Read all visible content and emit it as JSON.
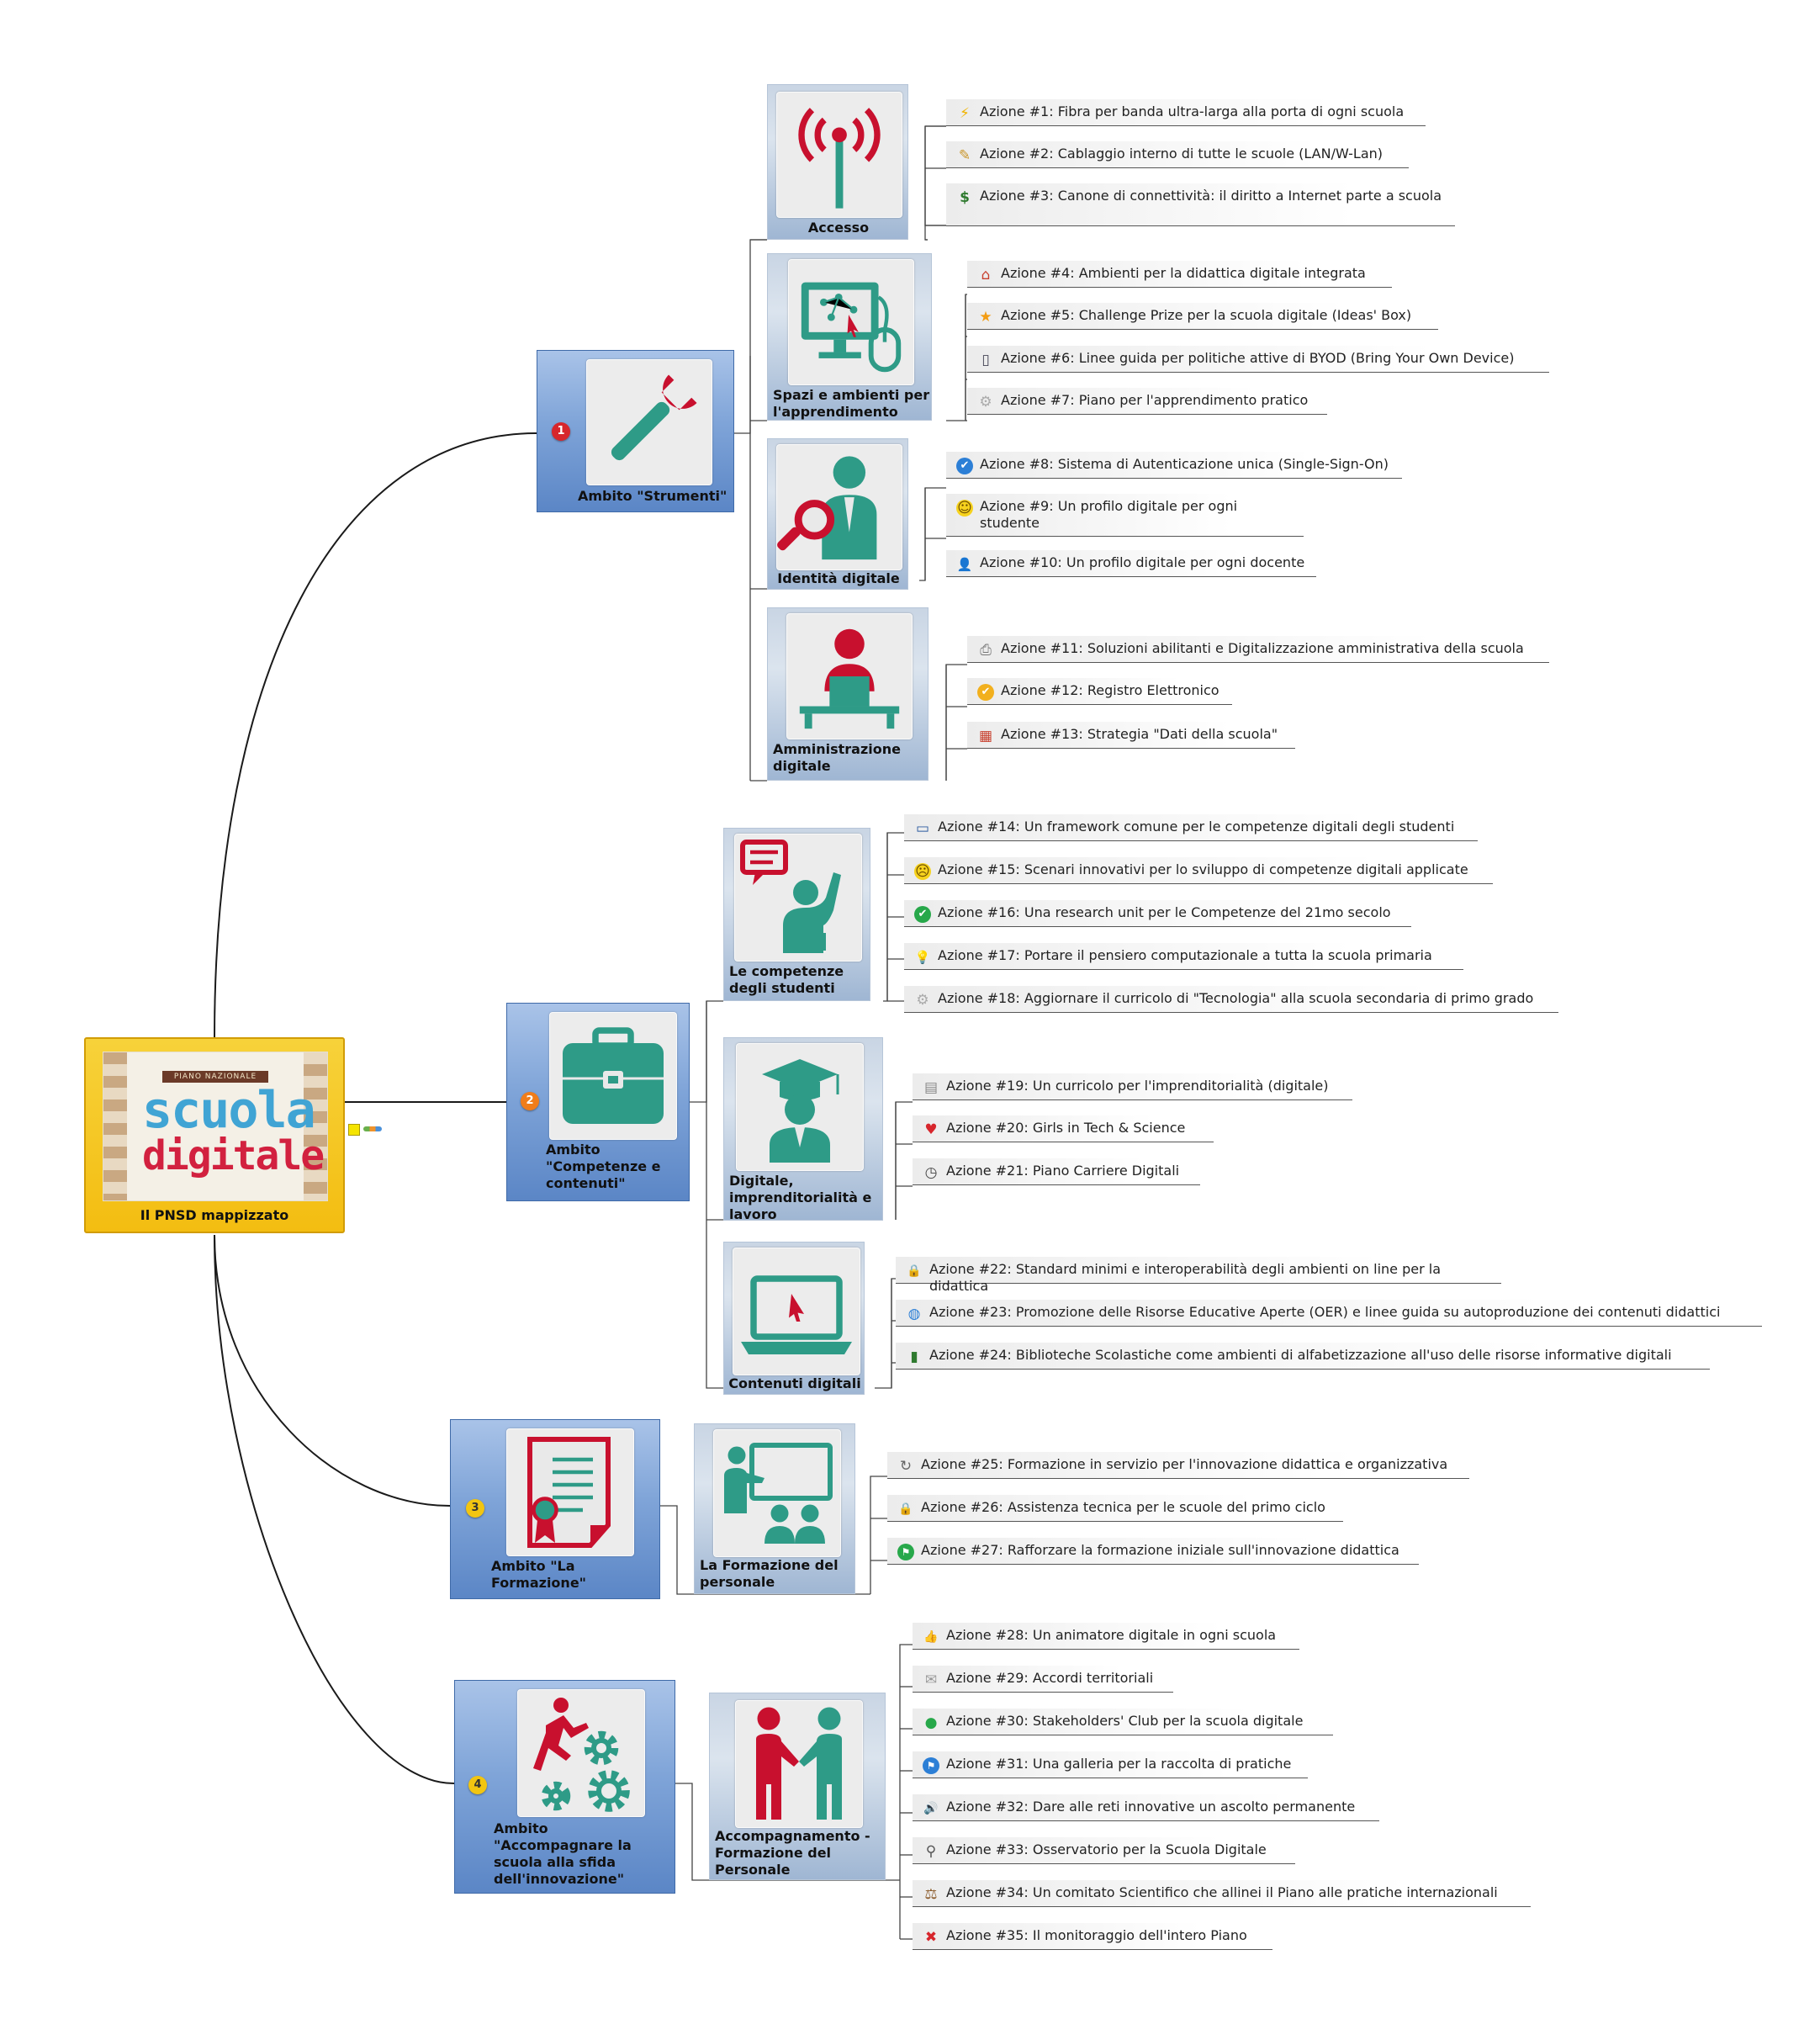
{
  "root": {
    "label": "Il PNSD mappizzato",
    "logo_top": "PIANO NAZIONALE",
    "logo_line1": "scuola",
    "logo_line2": "digitale"
  },
  "colors": {
    "accent_teal": "#2e9b87",
    "accent_red": "#c8102e",
    "root_yellow": "#f3c218",
    "ambito_blue": "#5b86c6"
  },
  "ambiti": [
    {
      "badge": "1",
      "label": "Ambito \"Strumenti\"",
      "icon": "wrench-icon"
    },
    {
      "badge": "2",
      "label": "Ambito \"Competenze e contenuti\"",
      "icon": "briefcase-icon"
    },
    {
      "badge": "3",
      "label": "Ambito \"La Formazione\"",
      "icon": "certificate-icon"
    },
    {
      "badge": "4",
      "label": "Ambito \"Accompagnare la scuola alla sfida dell'innovazione\"",
      "icon": "runner-gears-icon"
    }
  ],
  "subs": [
    {
      "label": "Accesso",
      "icon": "antenna-icon"
    },
    {
      "label": "Spazi e ambienti per l'apprendimento",
      "icon": "monitor-mouse-icon"
    },
    {
      "label": "Identità digitale",
      "icon": "person-magnifier-icon"
    },
    {
      "label": "Amministrazione digitale",
      "icon": "desk-laptop-icon"
    },
    {
      "label": "Le competenze degli studenti",
      "icon": "student-speech-icon"
    },
    {
      "label": "Digitale, imprenditorialità e lavoro",
      "icon": "graduate-icon"
    },
    {
      "label": "Contenuti digitali",
      "icon": "laptop-icon"
    },
    {
      "label": "La Formazione del personale",
      "icon": "teacher-board-icon"
    },
    {
      "label": "Accompagnamento - Formazione del Personale",
      "icon": "handshake-icon"
    }
  ],
  "actions": [
    {
      "text": "Azione #1: Fibra per banda ultra-larga alla porta di ogni scuola",
      "icon": "⚡",
      "icon_name": "lightning-icon"
    },
    {
      "text": "Azione #2: Cablaggio interno di tutte le scuole (LAN/W-Lan)",
      "icon": "✎",
      "icon_name": "pencil-icon"
    },
    {
      "text": "Azione #3: Canone di connettività: il diritto a Internet parte a scuola",
      "icon": "$",
      "icon_name": "money-bag-icon"
    },
    {
      "text": "Azione #4: Ambienti per la didattica digitale integrata",
      "icon": "⌂",
      "icon_name": "home-icon"
    },
    {
      "text": "Azione #5: Challenge Prize per la scuola digitale (Ideas' Box)",
      "icon": "★",
      "icon_name": "star-icon"
    },
    {
      "text": "Azione #6: Linee guida per politiche attive di BYOD (Bring Your Own Device)",
      "icon": "▯",
      "icon_name": "phone-icon"
    },
    {
      "text": "Azione #7: Piano per l'apprendimento pratico",
      "icon": "⚙",
      "icon_name": "gear-icon"
    },
    {
      "text": "Azione #8: Sistema di Autenticazione unica (Single-Sign-On)",
      "icon": "✔",
      "icon_name": "check-circle-icon"
    },
    {
      "text": "Azione #9: Un profilo digitale per ogni studente",
      "icon": "☺",
      "icon_name": "smiley-icon"
    },
    {
      "text": "Azione #10: Un profilo digitale per ogni docente",
      "icon": "👤",
      "icon_name": "user-icon"
    },
    {
      "text": "Azione #11: Soluzioni abilitanti e Digitalizzazione amministrativa della scuola",
      "icon": "⎙",
      "icon_name": "printer-icon"
    },
    {
      "text": "Azione #12: Registro Elettronico",
      "icon": "✔",
      "icon_name": "check-badge-icon"
    },
    {
      "text": "Azione #13: Strategia \"Dati della scuola\"",
      "icon": "▦",
      "icon_name": "calendar-icon"
    },
    {
      "text": "Azione #14: Un framework comune per le competenze digitali degli studenti",
      "icon": "▭",
      "icon_name": "monitor-icon"
    },
    {
      "text": "Azione #15: Scenari innovativi per lo sviluppo di competenze digitali applicate",
      "icon": "☹",
      "icon_name": "surprised-face-icon"
    },
    {
      "text": "Azione #16: Una research unit per le Competenze del 21mo secolo",
      "icon": "✔",
      "icon_name": "check-circle-icon"
    },
    {
      "text": "Azione #17: Portare il pensiero computazionale a tutta la scuola primaria",
      "icon": "💡",
      "icon_name": "lightbulb-icon"
    },
    {
      "text": "Azione #18: Aggiornare il curricolo di \"Tecnologia\" alla scuola secondaria di primo grado",
      "icon": "⚙",
      "icon_name": "gear-icon"
    },
    {
      "text": "Azione #19: Un curricolo per l'imprenditorialità (digitale)",
      "icon": "▤",
      "icon_name": "clipboard-icon"
    },
    {
      "text": "Azione #20: Girls in Tech & Science",
      "icon": "♥",
      "icon_name": "heart-icon"
    },
    {
      "text": "Azione #21: Piano Carriere Digitali",
      "icon": "◷",
      "icon_name": "clock-icon"
    },
    {
      "text": "Azione #22: Standard minimi e interoperabilità degli ambienti on line per la didattica",
      "icon": "🔒",
      "icon_name": "lock-icon"
    },
    {
      "text": "Azione #23: Promozione delle Risorse Educative Aperte (OER) e linee guida su autoproduzione dei contenuti didattici",
      "icon": "◍",
      "icon_name": "globe-icon"
    },
    {
      "text": "Azione #24: Biblioteche Scolastiche come ambienti di alfabetizzazione all'uso delle risorse informative digitali",
      "icon": "▮",
      "icon_name": "book-icon"
    },
    {
      "text": "Azione #25: Formazione in servizio per l'innovazione didattica e organizzativa",
      "icon": "↻",
      "icon_name": "refresh-icon"
    },
    {
      "text": "Azione #26: Assistenza tecnica per le scuole del primo ciclo",
      "icon": "🔒",
      "icon_name": "lock-icon"
    },
    {
      "text": "Azione #27: Rafforzare la formazione iniziale sull'innovazione didattica",
      "icon": "⚑",
      "icon_name": "flag-circle-icon"
    },
    {
      "text": "Azione #28: Un animatore digitale in ogni scuola",
      "icon": "👍",
      "icon_name": "thumbs-up-icon"
    },
    {
      "text": "Azione #29: Accordi territoriali",
      "icon": "✉",
      "icon_name": "envelope-icon"
    },
    {
      "text": "Azione #30: Stakeholders' Club per la scuola digitale",
      "icon": "●",
      "icon_name": "new-badge-icon"
    },
    {
      "text": "Azione #31: Una galleria per la raccolta di pratiche",
      "icon": "⚑",
      "icon_name": "blue-flag-icon"
    },
    {
      "text": "Azione #32: Dare alle reti innovative un ascolto permanente",
      "icon": "🔊",
      "icon_name": "speaker-icon"
    },
    {
      "text": "Azione #33: Osservatorio per la Scuola Digitale",
      "icon": "⚲",
      "icon_name": "magnifier-icon"
    },
    {
      "text": "Azione #34: Un comitato Scientifico che allinei il Piano alle pratiche internazionali",
      "icon": "⚖",
      "icon_name": "gavel-icon"
    },
    {
      "text": "Azione #35: Il monitoraggio dell'intero Piano",
      "icon": "✖",
      "icon_name": "red-x-icon"
    }
  ]
}
